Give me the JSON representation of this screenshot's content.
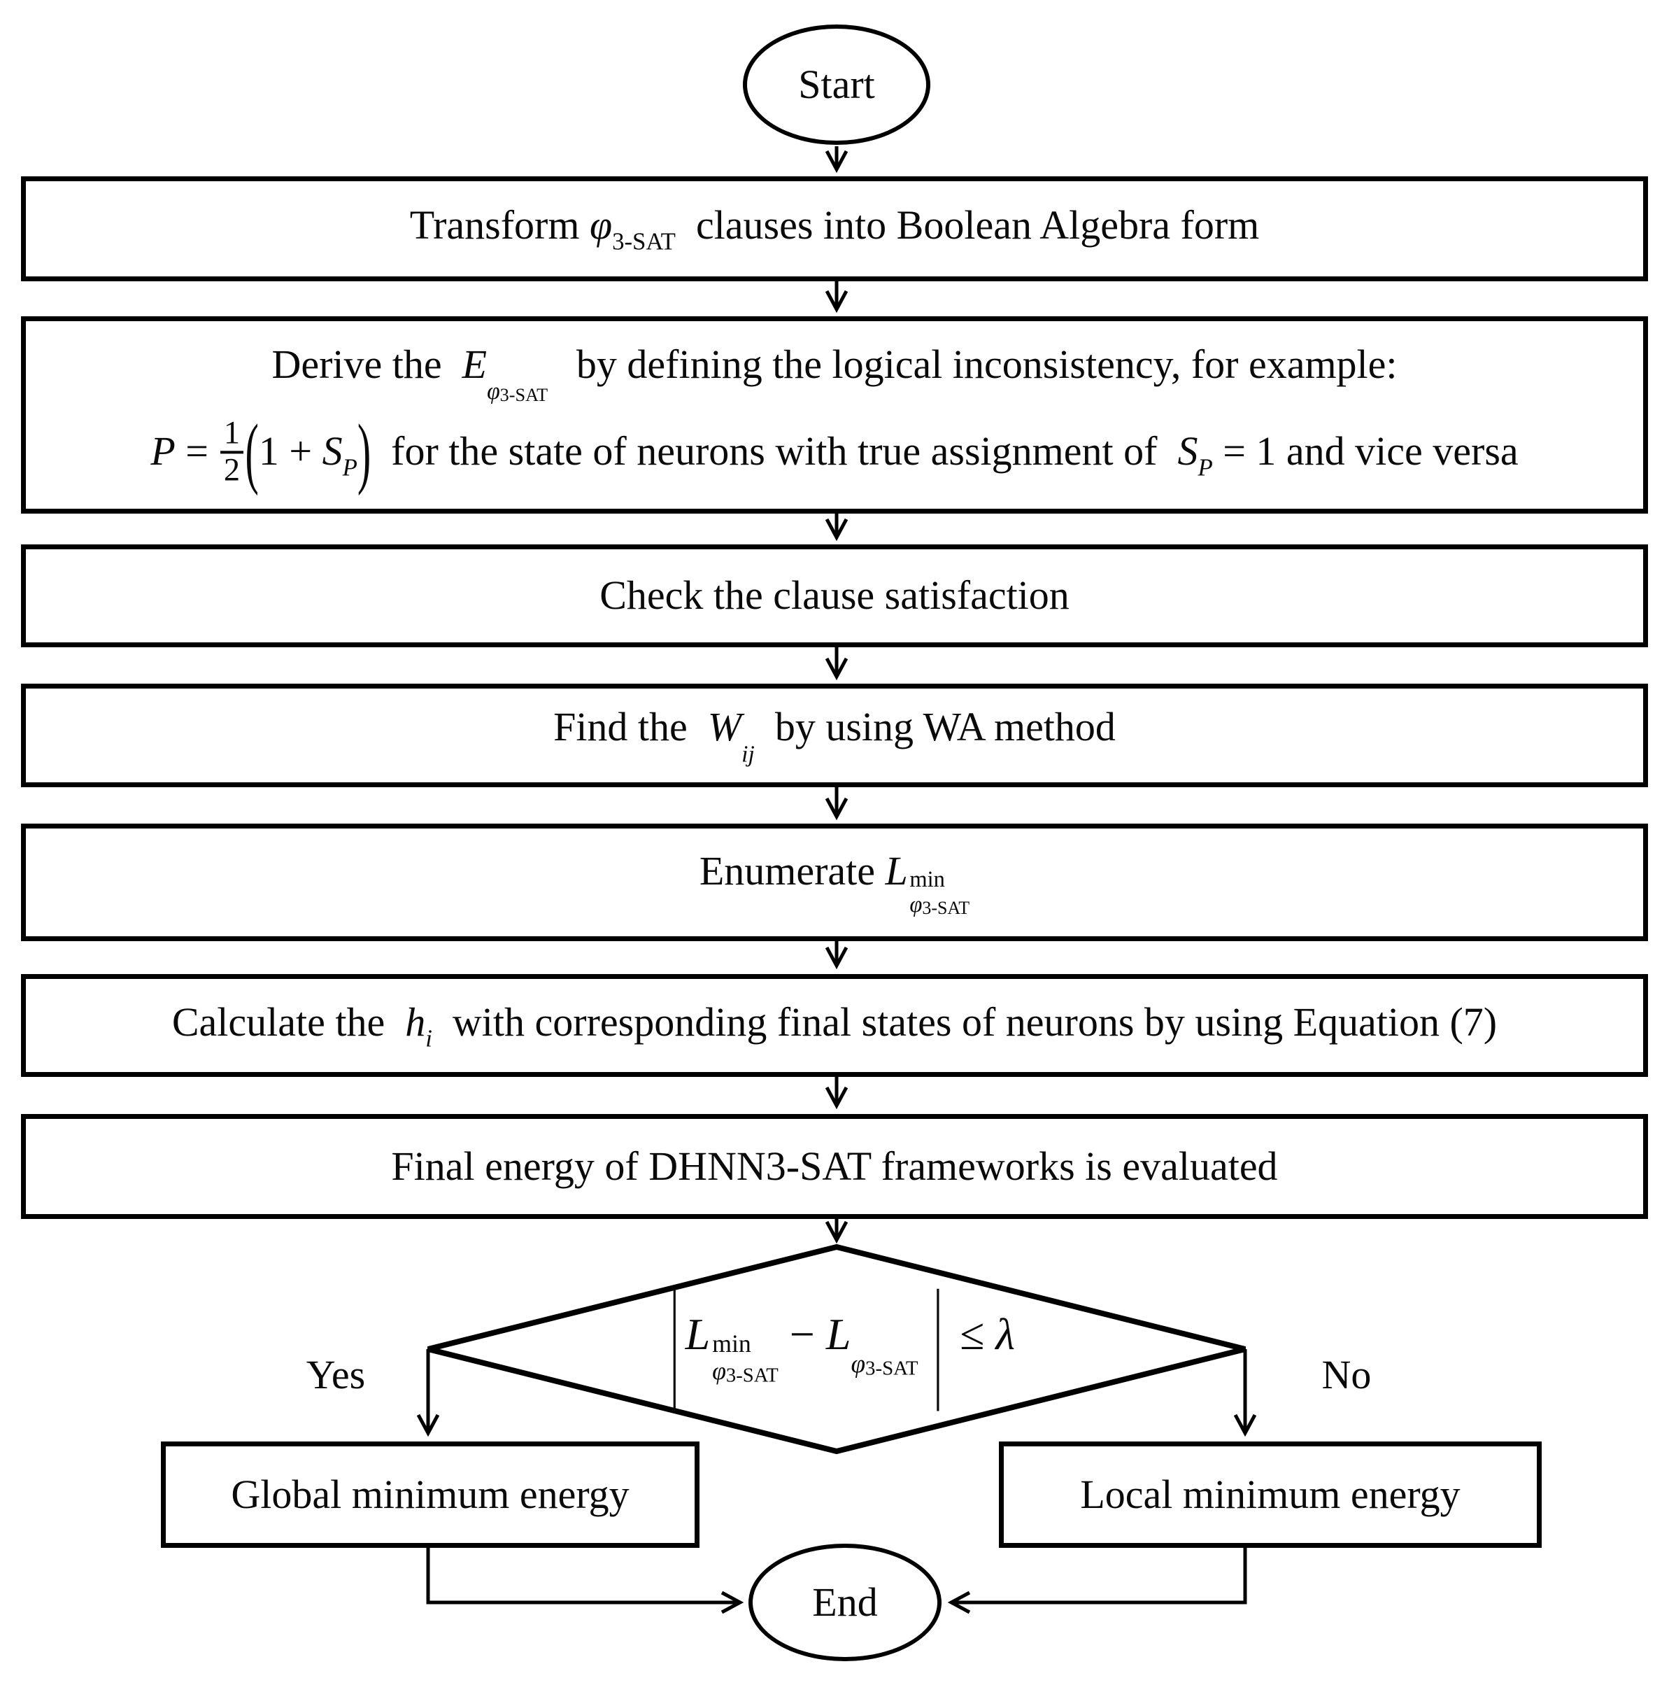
{
  "colors": {
    "stroke": "#000000",
    "background": "#ffffff",
    "text": "#0a0a0a"
  },
  "nodes": {
    "start": {
      "label": "Start"
    },
    "transform": {
      "t1": "Transform ",
      "phi": "φ",
      "phi_sub": "3-SAT",
      "t2": "  clauses into Boolean Algebra form"
    },
    "derive": {
      "l1_t1": "Derive the  ",
      "l1_E": "E",
      "l1_phi": "φ",
      "l1_sat": "3-SAT",
      "l1_t2": "  by defining the logical inconsistency, for example:",
      "l2_P": "P",
      "l2_eq": " = ",
      "l2_num": "1",
      "l2_den": "2",
      "l2_lparen": "(",
      "l2_body": "1 + ",
      "l2_S": "S",
      "l2_S_sub": "P",
      "l2_rparen": ")",
      "l2_t1": "  for the state of neurons with true assignment of  ",
      "l2_S2": "S",
      "l2_S2_sub": "P",
      "l2_t2": " = 1 and vice versa"
    },
    "check": {
      "label": "Check the clause satisfaction"
    },
    "find": {
      "t1": "Find the  ",
      "W": "W",
      "W_sub": "ij",
      "t2": "  by using WA method"
    },
    "enumerate": {
      "t1": "Enumerate ",
      "L": "L",
      "L_sup": "min",
      "phi": "φ",
      "sat": "3-SAT"
    },
    "calculate": {
      "t1": "Calculate the  ",
      "h": "h",
      "h_sub": "i",
      "t2": "  with corresponding final states of neurons by using Equation (7)"
    },
    "final_energy": {
      "label": "Final energy of DHNN3-SAT frameworks is evaluated"
    },
    "decision": {
      "bar_left": "|",
      "L1": "L",
      "L1_sup": "min",
      "L1_phi": "φ",
      "L1_sat": "3-SAT",
      "minus": " − ",
      "L2": "L",
      "L2_phi": "φ",
      "L2_sat": "3-SAT",
      "bar_right": "|",
      "leq": " ≤ ",
      "lambda": "λ"
    },
    "branch_yes": {
      "label": "Yes"
    },
    "branch_no": {
      "label": "No"
    },
    "global_min": {
      "label": "Global minimum energy"
    },
    "local_min": {
      "label": "Local minimum energy"
    },
    "end": {
      "label": "End"
    }
  }
}
